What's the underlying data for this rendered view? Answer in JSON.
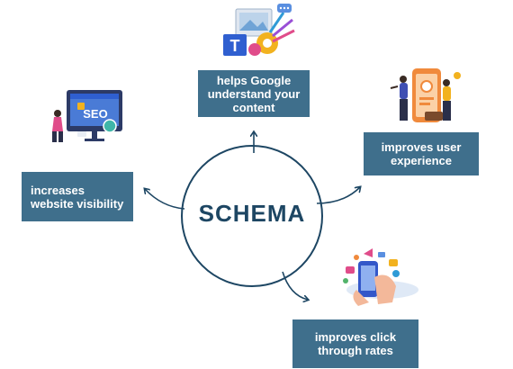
{
  "center": {
    "title": "SCHEMA"
  },
  "benefits": [
    {
      "key": "google",
      "text": "helps Google understand your content",
      "illustration": "content-creation-icon"
    },
    {
      "key": "ux",
      "text": "improves user experience",
      "illustration": "mobile-app-user-icon"
    },
    {
      "key": "ctr",
      "text": "improves click through rates",
      "illustration": "phone-social-icon"
    },
    {
      "key": "visibility",
      "text": "increases website visibility",
      "illustration": "seo-monitor-icon"
    }
  ],
  "seo_badge": "SEO",
  "colors": {
    "box": "#3f6f8c",
    "circle": "#1d4663",
    "arrow": "#1d4663",
    "title": "#1d4663"
  }
}
